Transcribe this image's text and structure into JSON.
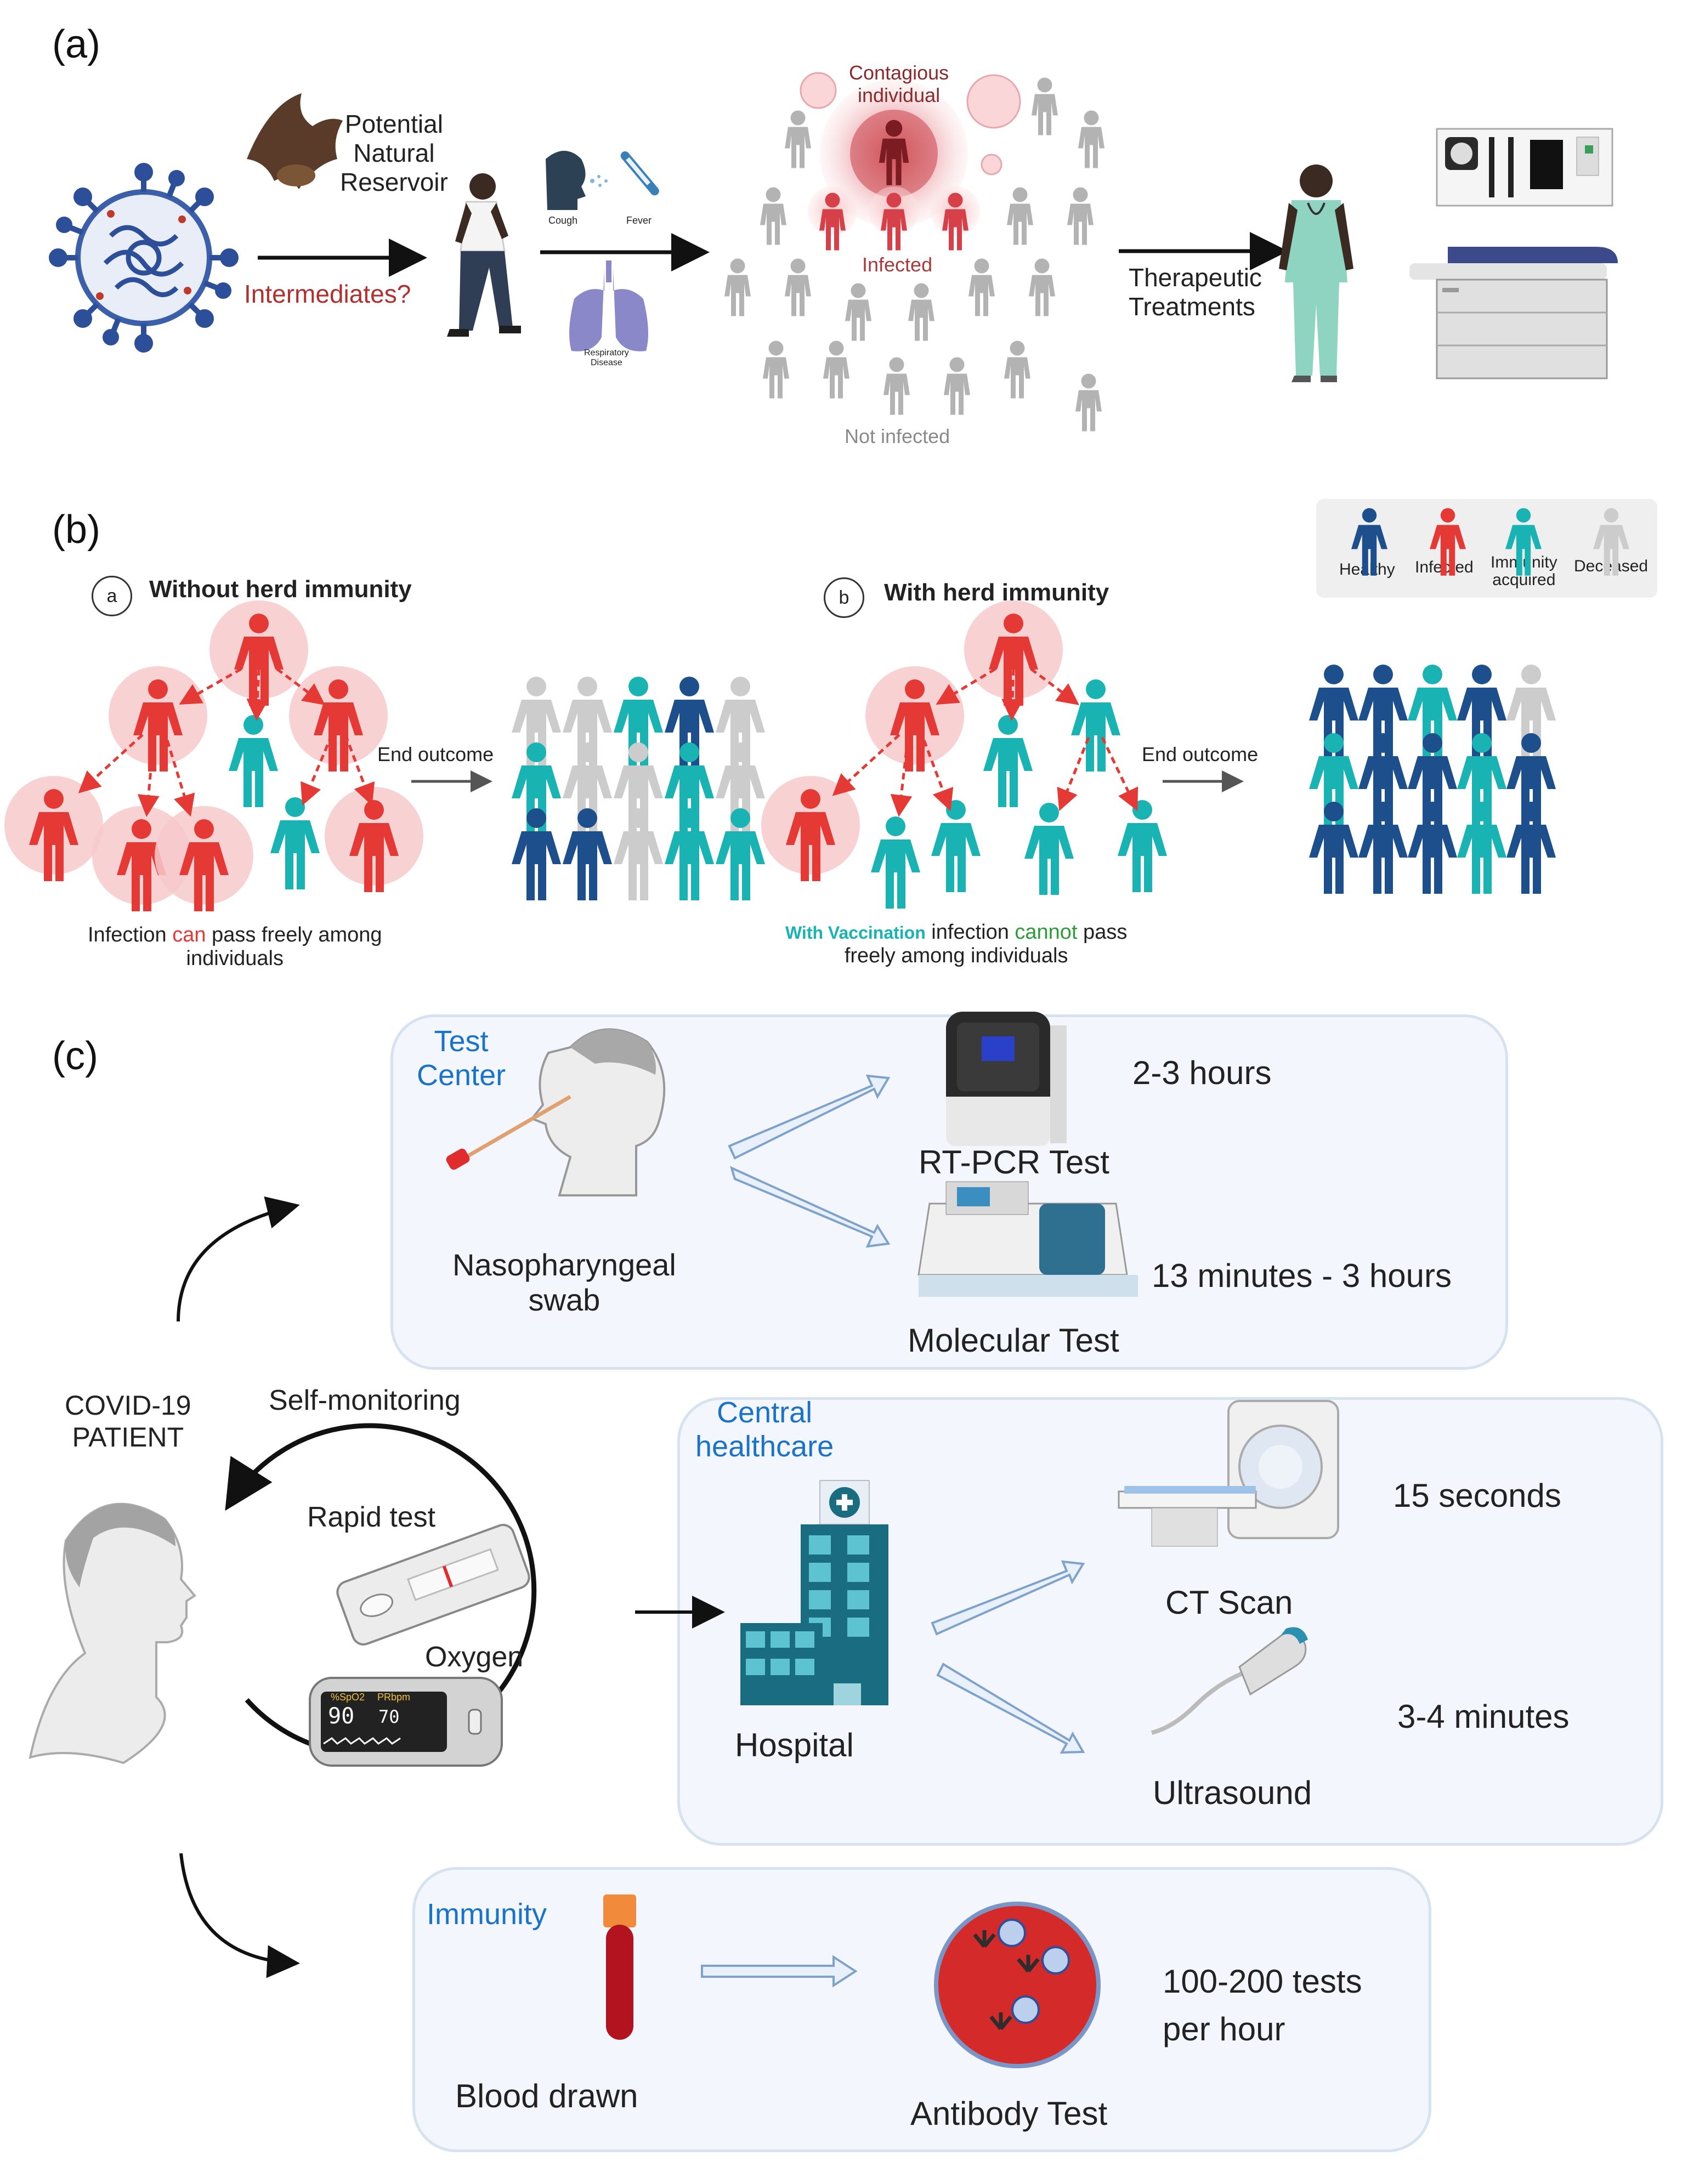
{
  "panel_a": {
    "letter": "(a)",
    "reservoir": "Potential\nNatural\nReservoir",
    "intermediates": "Intermediates?",
    "cough": "Cough",
    "fever": "Fever",
    "respiratory": "Respiratory\nDisease",
    "contagious": "Contagious\nindividual",
    "infected": "Infected",
    "not_infected": "Not infected",
    "therapeutic": "Therapeutic\nTreatments"
  },
  "panel_b": {
    "letter": "(b)",
    "legend": {
      "healthy": "Healthy",
      "infected": "Infected",
      "immunity": "Immunity\nacquired",
      "deceased": "Deceased"
    },
    "without": {
      "badge": "a",
      "title": "Without herd immunity",
      "outcome": "End outcome",
      "caption_pre": "Infection ",
      "caption_can": "can",
      "caption_post": " pass freely among\nindividuals"
    },
    "with": {
      "badge": "b",
      "title": "With herd immunity",
      "outcome": "End outcome",
      "caption_vacc": "With Vaccination",
      "caption_mid": " infection ",
      "caption_cannot": "cannot",
      "caption_post": " pass\nfreely among individuals"
    },
    "colors": {
      "healthy": "#1d4f8c",
      "infected": "#e53935",
      "immune": "#19b3b3",
      "deceased": "#cccccc"
    }
  },
  "panel_c": {
    "letter": "(c)",
    "patient": "COVID-19\nPATIENT",
    "test_center": {
      "title": "Test\nCenter",
      "swab": "Nasopharyngeal\nswab",
      "rtpcr": "RT-PCR Test",
      "rtpcr_time": "2-3 hours",
      "molecular": "Molecular Test",
      "molecular_time": "13 minutes - 3 hours"
    },
    "self": {
      "title": "Self-monitoring",
      "rapid": "Rapid test",
      "oxygen": "Oxygen",
      "spo2_label": "%SpO2",
      "pr_label": "PRbpm",
      "spo2": "90",
      "pr": "70"
    },
    "central": {
      "title": "Central\nhealthcare",
      "hospital": "Hospital",
      "ct": "CT Scan",
      "ct_time": "15 seconds",
      "ultrasound": "Ultrasound",
      "ultrasound_time": "3-4 minutes"
    },
    "immunity": {
      "title": "Immunity",
      "blood": "Blood drawn",
      "antibody": "Antibody Test",
      "antibody_time": "100-200 tests\nper hour"
    }
  }
}
